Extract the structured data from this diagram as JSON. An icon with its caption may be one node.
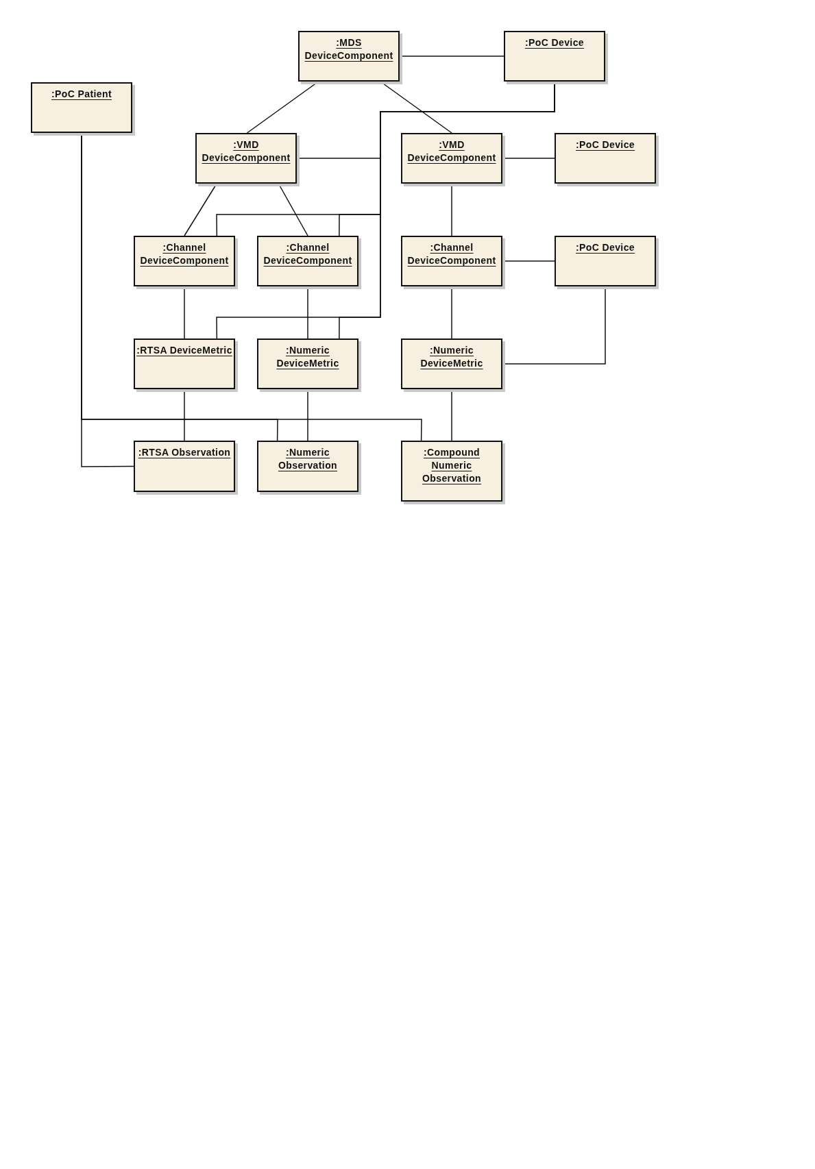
{
  "diagram": {
    "nodes": [
      {
        "text": [
          ":MDS DeviceComponent"
        ]
      },
      {
        "text": [
          ":PoC Device"
        ]
      },
      {
        "text": [
          ":PoC Patient"
        ]
      },
      {
        "text": [
          ":VMD DeviceComponent"
        ]
      },
      {
        "text": [
          ":VMD DeviceComponent"
        ]
      },
      {
        "text": [
          ":PoC Device"
        ]
      },
      {
        "text": [
          ":Channel DeviceComponent"
        ]
      },
      {
        "text": [
          ":Channel DeviceComponent"
        ]
      },
      {
        "text": [
          ":Channel DeviceComponent"
        ]
      },
      {
        "text": [
          ":PoC Device"
        ]
      },
      {
        "text": [
          ":RTSA DeviceMetric"
        ]
      },
      {
        "text": [
          ":Numeric DeviceMetric"
        ]
      },
      {
        "text": [
          ":Numeric DeviceMetric"
        ]
      },
      {
        "text": [
          ":RTSA Observation"
        ]
      },
      {
        "text": [
          ":Numeric Observation"
        ]
      },
      {
        "text": [
          ":Compound Numeric Observation"
        ]
      }
    ],
    "edges": [
      {
        "from": 0,
        "to": 1,
        "arrow": "none"
      },
      {
        "from": 0,
        "to": 3,
        "arrow": "none"
      },
      {
        "from": 0,
        "to": 4,
        "arrow": "none"
      },
      {
        "from": 1,
        "to": 3,
        "arrow": "none"
      },
      {
        "from": 1,
        "to": 6,
        "arrow": "none"
      },
      {
        "from": 1,
        "to": 7,
        "arrow": "none"
      },
      {
        "from": 1,
        "to": 10,
        "arrow": "none"
      },
      {
        "from": 1,
        "to": 11,
        "arrow": "none"
      },
      {
        "from": 3,
        "to": 6,
        "arrow": "none"
      },
      {
        "from": 3,
        "to": 7,
        "arrow": "none"
      },
      {
        "from": 4,
        "to": 5,
        "arrow": "none"
      },
      {
        "from": 4,
        "to": 8,
        "arrow": "none"
      },
      {
        "from": 8,
        "to": 9,
        "arrow": "none"
      },
      {
        "from": 6,
        "to": 10,
        "arrow": "none"
      },
      {
        "from": 7,
        "to": 11,
        "arrow": "none"
      },
      {
        "from": 8,
        "to": 12,
        "arrow": "none"
      },
      {
        "from": 9,
        "to": 12,
        "arrow": "none"
      },
      {
        "from": 12,
        "to": 15,
        "arrow": "none"
      },
      {
        "from": 10,
        "to": 13,
        "arrow": "none"
      },
      {
        "from": 11,
        "to": 14,
        "arrow": "none"
      },
      {
        "from": 2,
        "to": 13,
        "arrow": "none"
      },
      {
        "from": 2,
        "to": 14,
        "arrow": "none"
      },
      {
        "from": 2,
        "to": 15,
        "arrow": "none"
      }
    ]
  }
}
